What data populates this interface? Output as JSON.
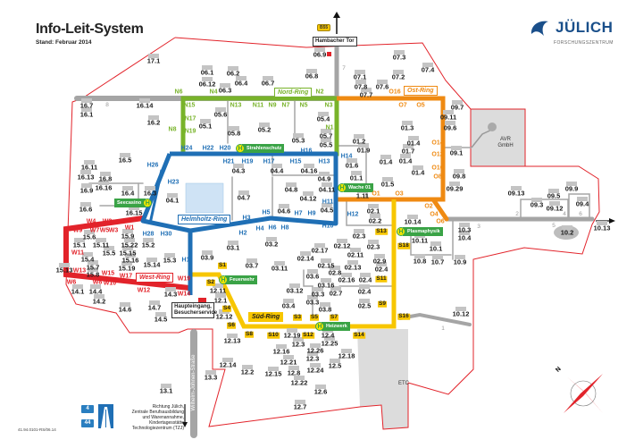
{
  "header": {
    "title": "Info-Leit-System",
    "subtitle": "Stand: Februar 2014"
  },
  "logo": {
    "name": "JÜLICH",
    "tagline": "FORSCHUNGSZENTRUM"
  },
  "gates": {
    "north": "Hambacher Tor",
    "road_badge": "B55",
    "main": "Haupteingang, Besucherservice"
  },
  "street": "Wilhelm-Johnen-Straße",
  "directions": {
    "lines": [
      "Richtung Jülich,",
      "Zentrale Berufsausbildung",
      "und Warenannahme,",
      "Kindertagesstätte",
      "Technologiezentrum (TZJ)"
    ],
    "highways": [
      "4",
      "44"
    ]
  },
  "doc_code": "41.94.0101-RS/06.14",
  "compass": "N",
  "areas": {
    "avr": [
      "AVR",
      "GmbH"
    ],
    "etc": "ETC"
  },
  "rings": {
    "north": "Nord-Ring",
    "east": "Ost-Ring",
    "helmholtz": "Helmholtz-Ring",
    "west": "West-Ring",
    "south": "Süd-Ring"
  },
  "bus_stops": [
    "Strahlenschutz",
    "Seecasino",
    "Wache 01",
    "Plasmaphysik",
    "Feuerwehr",
    "Heizwerk"
  ],
  "bus_stop_symbol": "H",
  "colors": {
    "north": "#78b32a",
    "helmholtz": "#1f6fb5",
    "west": "#e2232a",
    "east": "#ef8a12",
    "south": "#f7c600",
    "boundary": "#e2232a",
    "road": "#a5a5a5"
  },
  "buildings": [
    "17.1",
    "06.1",
    "06.2",
    "06.12",
    "06.4",
    "06.3",
    "06.7",
    "06.8",
    "06.9",
    "07.3",
    "07.4",
    "07.1",
    "07.2",
    "07.8",
    "07.7",
    "07.6",
    "16.7",
    "16.1",
    "16.14",
    "16.2",
    "05.6",
    "05.1",
    "05.8",
    "05.2",
    "05.4",
    "05.7",
    "05.5",
    "05.3",
    "16.5",
    "16.11",
    "16.13",
    "16.8",
    "16.16",
    "16.9",
    "16.4",
    "16.3",
    "16.15",
    "16.6",
    "04.3",
    "04.4",
    "04.16",
    "04.9",
    "04.11",
    "04.12",
    "04.8",
    "04.7",
    "04.1",
    "04.6",
    "04.5",
    "09.7",
    "09.11",
    "09.6",
    "01.3",
    "01.2",
    "01.9",
    "01.4",
    "01.7",
    "01.4",
    "01.4",
    "01.4",
    "01.6",
    "01.1",
    "01.5",
    "1.11",
    "09.1",
    "09.8",
    "09.29",
    "09.13",
    "09.9",
    "09.5",
    "09.3",
    "09.12",
    "09.4",
    "10.13",
    "10.2",
    "10.14",
    "10.11",
    "10.1",
    "10.3",
    "10.4",
    "10.8",
    "10.7",
    "10.9",
    "10.12",
    "02.1",
    "02.2",
    "02.3",
    "02.3",
    "02.12",
    "02.11",
    "02.9",
    "02.4",
    "02.17",
    "02.14",
    "02.15",
    "02.13",
    "02.8",
    "02.16",
    "02.4",
    "02.4",
    "02.7",
    "02.5",
    "03.16",
    "03.6",
    "03.3",
    "03.3",
    "03.8",
    "03.12",
    "03.4",
    "03.1",
    "03.2",
    "03.7",
    "03.11",
    "03.9",
    "15.6",
    "15.1",
    "15.11",
    "15.5",
    "15.9",
    "15.22",
    "15.2",
    "15.15",
    "15.16",
    "15.14",
    "15.3",
    "15.4",
    "15.7",
    "15.8",
    "15.13",
    "15.19",
    "14.1",
    "14.4",
    "14.2",
    "14.6",
    "14.7",
    "14.5",
    "14.3",
    "12.11",
    "12.1",
    "12.12",
    "12.13",
    "12.19",
    "12.4",
    "12.25",
    "12.3",
    "12.26",
    "12.16",
    "12.3",
    "12.18",
    "12.21",
    "12.5",
    "12.24",
    "12.14",
    "12.2",
    "12.15",
    "12.8",
    "12.22",
    "12.6",
    "12.7",
    "13.3",
    "13.1"
  ],
  "road_numbers": [
    "8",
    "7",
    "1",
    "2",
    "3",
    "4",
    "5",
    "6"
  ],
  "stops_north": [
    "N6",
    "N4",
    "N2",
    "N15",
    "N13",
    "N11",
    "N9",
    "N7",
    "N5",
    "N3",
    "N17",
    "N1",
    "N8",
    "N19"
  ],
  "stops_helmholtz": [
    "H24",
    "H22",
    "H20",
    "H16",
    "H14",
    "H21",
    "H19",
    "H17",
    "H15",
    "H13",
    "H26",
    "H23",
    "H11",
    "H9",
    "H7",
    "H5",
    "H3",
    "H12",
    "H10",
    "H4",
    "H6",
    "H8",
    "H28",
    "H30",
    "H2",
    "H1"
  ],
  "stops_west": [
    "W4",
    "W2",
    "W1",
    "W9",
    "W7",
    "W5",
    "W3",
    "W11",
    "W13",
    "W15",
    "W17",
    "W19",
    "W6",
    "W8",
    "W10",
    "W12",
    "W14"
  ],
  "stops_east": [
    "O16",
    "O7",
    "O5",
    "O14",
    "O12",
    "O10",
    "O8",
    "O1",
    "O3",
    "O2",
    "O4",
    "O6"
  ],
  "stops_south": [
    "S13",
    "S18",
    "S11",
    "S9",
    "S16",
    "S1",
    "S2",
    "S4",
    "S6",
    "S3",
    "S5",
    "S7",
    "S8",
    "S10",
    "S12",
    "S14"
  ]
}
